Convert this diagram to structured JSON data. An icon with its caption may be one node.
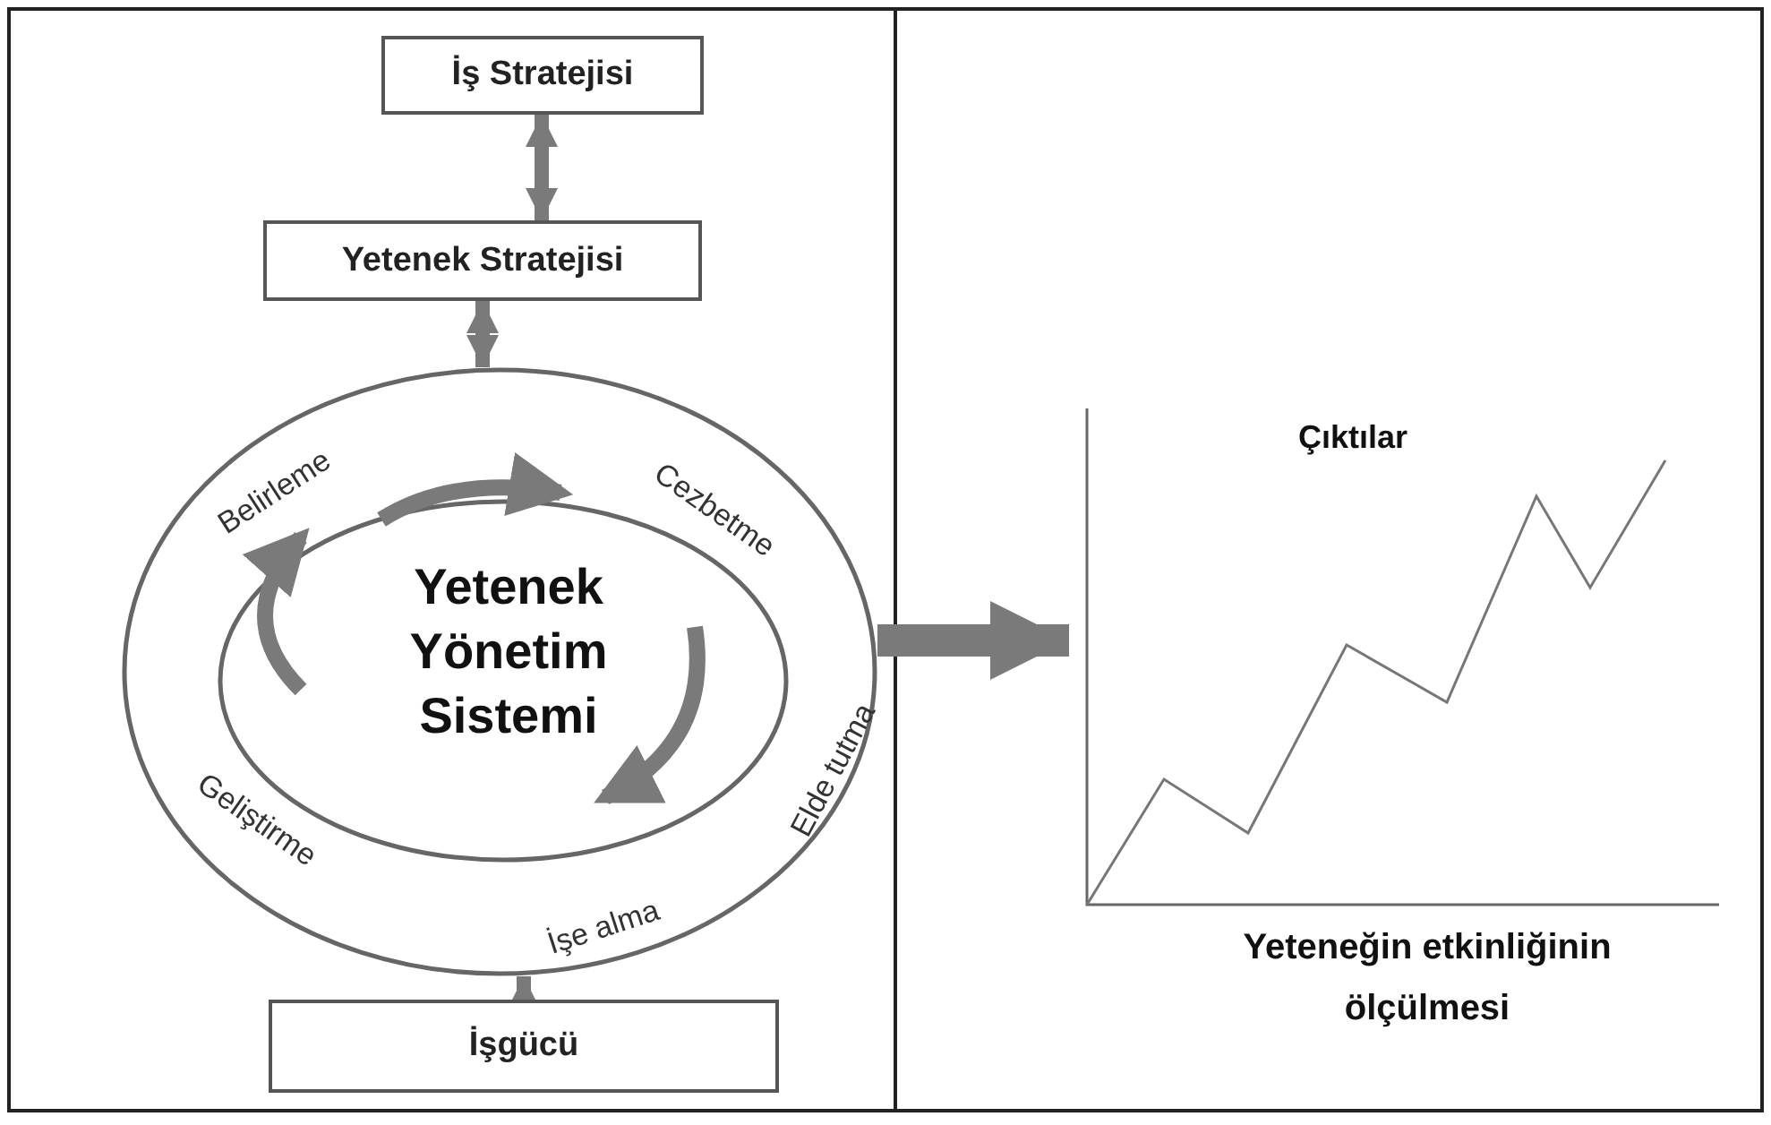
{
  "diagram": {
    "nodes": [
      {
        "text": [
          "İş Stratejisi"
        ]
      },
      {
        "text": [
          "Yetenek Stratejisi"
        ]
      },
      {
        "text": [
          "Yetenek Yönetim Sistemi"
        ]
      },
      {
        "text": [
          "İşgücü"
        ]
      },
      {
        "text": [
          "Çıktılar",
          "Yeteneğin etkinliğinin ölçülmesi"
        ]
      }
    ],
    "edges": [
      {
        "from": 0,
        "to": 1,
        "arrow": "both"
      },
      {
        "from": 1,
        "to": 2,
        "arrow": "both"
      },
      {
        "from": 3,
        "to": 2,
        "arrow": "to"
      },
      {
        "from": 2,
        "to": 4,
        "arrow": "to",
        "style": "thick"
      }
    ],
    "labels": [
      "Belirleme",
      "Cezbetme",
      "Geliştirme",
      "İşe alma",
      "Elde tutma"
    ]
  }
}
